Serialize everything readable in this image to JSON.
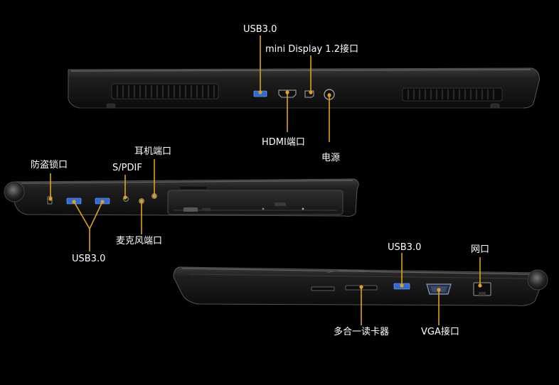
{
  "colors": {
    "background": "#000000",
    "callout": "#e0a21a",
    "usb_port": "#2f6bd8",
    "chassis": "#1d1d1d",
    "label": "#ffffff"
  },
  "rear_view": {
    "labels": {
      "usb30": "USB3.0",
      "mini_dp": "mini Display 1.2接口",
      "hdmi": "HDMI端口",
      "power": "电源"
    }
  },
  "left_view": {
    "labels": {
      "lock": "防盗锁口",
      "spdif": "S/PDIF",
      "headphone": "耳机端口",
      "mic": "麦克风端口",
      "usb30": "USB3.0"
    }
  },
  "right_view": {
    "labels": {
      "usb30": "USB3.0",
      "lan": "网口",
      "card_reader": "多合一读卡器",
      "vga": "VGA接口"
    }
  },
  "icons": [
    "usb-port-icon",
    "hdmi-port-icon",
    "mini-displayport-icon",
    "dc-power-jack-icon",
    "kensington-lock-icon",
    "audio-jack-icon",
    "optical-drive-icon",
    "card-reader-slot-icon",
    "vga-port-icon",
    "ethernet-port-icon"
  ]
}
